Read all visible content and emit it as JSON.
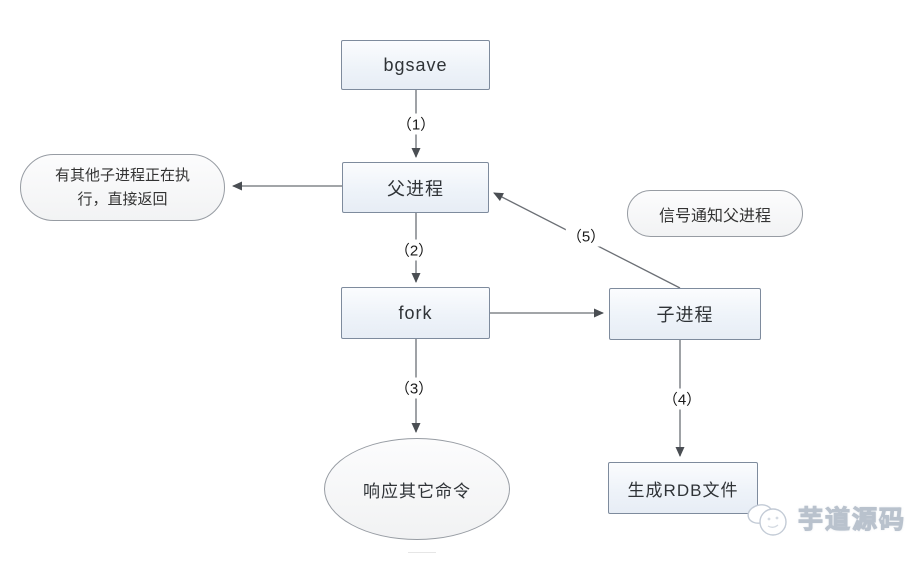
{
  "diagram": {
    "title_hint": "Redis bgsave flow",
    "nodes": {
      "bgsave": {
        "label": "bgsave",
        "shape": "rect"
      },
      "parent": {
        "label": "父进程",
        "shape": "rect"
      },
      "fork": {
        "label": "fork",
        "shape": "rect"
      },
      "child": {
        "label": "子进程",
        "shape": "rect"
      },
      "rdb": {
        "label": "生成RDB文件",
        "shape": "rect"
      },
      "other_child_running": {
        "label": "有其他子进程正在执行，直接返回",
        "shape": "stadium"
      },
      "signal_notify": {
        "label": "信号通知父进程",
        "shape": "stadium"
      },
      "respond_other": {
        "label": "响应其它命令",
        "shape": "ellipse"
      }
    },
    "edge_labels": {
      "step1": "（1）",
      "step2": "（2）",
      "step3": "（3）",
      "step4": "（4）",
      "step5": "（5）"
    },
    "watermark": {
      "text": "芋道源码",
      "icon": "cloud-doodle-icon"
    },
    "colors": {
      "box_border": "#7e8b9d",
      "box_fill": "#eef3f9",
      "ellipse_border": "#979ca3",
      "line": "#6b6f75",
      "arrowhead": "#4a4e53",
      "text": "#2f3337",
      "watermark_stroke": "#b9c2cd"
    }
  }
}
